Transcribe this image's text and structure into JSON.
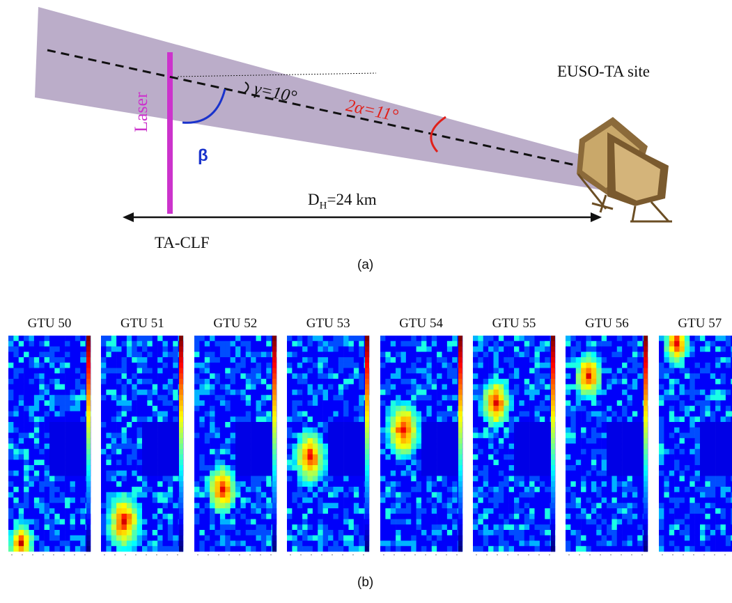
{
  "diagram": {
    "laser_label": "Laser",
    "beta_label": "β",
    "gamma_label": "γ=10°",
    "alpha_label": "2α=11°",
    "site_label": "EUSO-TA site",
    "distance_label_prefix": "D",
    "distance_label_sub": "H",
    "distance_label_suffix": "=24 km",
    "clf_label": "TA-CLF",
    "panel_a_label": "(a)",
    "colors": {
      "fov_fill": "#b7a9c6",
      "laser": "#cc33cc",
      "beta_arc": "#1a33cc",
      "alpha_arc": "#e0201a",
      "dashed_axis": "#111111"
    }
  },
  "frames": {
    "panel_b_label": "(b)",
    "items": [
      {
        "title": "GTU 50",
        "spot_row": 38,
        "spot_col": 2,
        "spot_size": 1.2
      },
      {
        "title": "GTU 51",
        "spot_row": 34,
        "spot_col": 4,
        "spot_size": 1.6
      },
      {
        "title": "GTU 52",
        "spot_row": 28,
        "spot_col": 5,
        "spot_size": 1.4
      },
      {
        "title": "GTU 53",
        "spot_row": 22,
        "spot_col": 4,
        "spot_size": 1.5
      },
      {
        "title": "GTU 54",
        "spot_row": 17,
        "spot_col": 4,
        "spot_size": 1.6
      },
      {
        "title": "GTU 55",
        "spot_row": 12,
        "spot_col": 4,
        "spot_size": 1.4
      },
      {
        "title": "GTU 56",
        "spot_row": 7,
        "spot_col": 4,
        "spot_size": 1.3
      },
      {
        "title": "GTU 57",
        "spot_row": 1,
        "spot_col": 3,
        "spot_size": 1.2
      }
    ]
  }
}
